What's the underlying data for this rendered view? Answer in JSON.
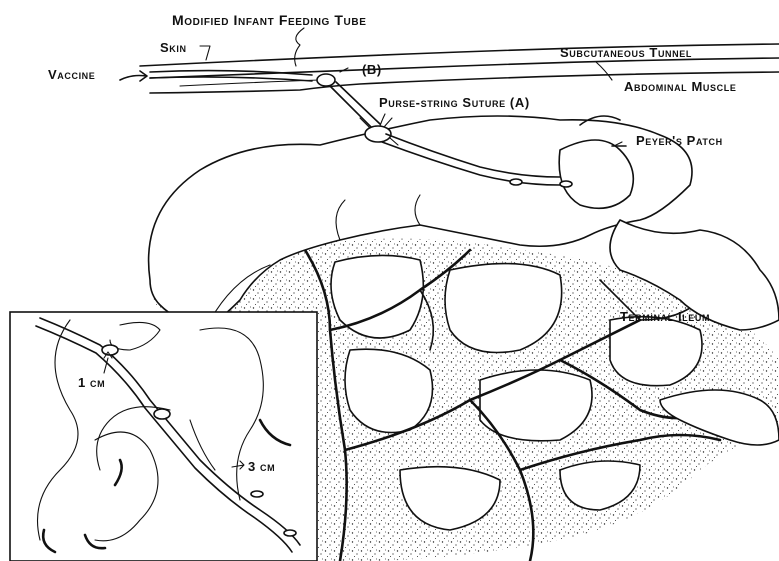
{
  "labels": {
    "tube": "Modified Infant Feeding Tube",
    "skin": "Skin",
    "vaccine": "Vaccine",
    "b_marker": "(B)",
    "tunnel": "Subcutaneous Tunnel",
    "muscle": "Abdominal Muscle",
    "suture": "Purse-string Suture (A)",
    "peyer": "Peyer's Patch",
    "ileum": "Terminal Ileum",
    "one_cm": "1 cm",
    "three_cm": "3 cm"
  },
  "colors": {
    "ink": "#111111",
    "paper": "#ffffff"
  }
}
